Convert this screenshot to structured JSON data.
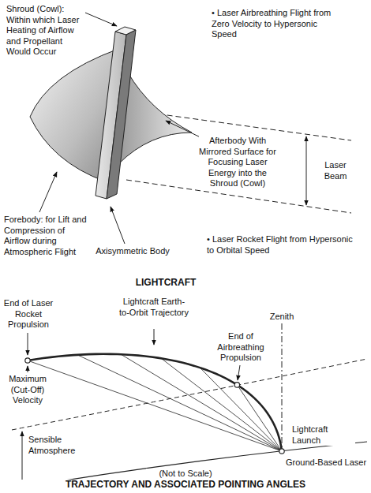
{
  "diagram": {
    "labels": [
      "Shroud (Cowl): Within which Laser Heating of Airflow and Propellant Would Occur",
      "• Laser Airbreathing Flight from Zero Velocity to Hypersonic Speed",
      "Afterbody With Mirrored Surface for Focusing Laser Energy into the Shroud (Cowl)",
      "Laser Beam",
      "Forebody: for Lift and Compression of Airflow during Atmospheric Flight",
      "Axisymmetric Body",
      "• Laser Rocket Flight from Hypersonic to Orbital Speed",
      "LIGHTCRAFT",
      "End of Laser Rocket Propulsion",
      "Lightcraft Earth-to-Orbit Trajectory",
      "Zenith",
      "End of Airbreathing Propulsion",
      "Maximum (Cut-Off) Velocity",
      "Sensible Atmosphere",
      "Lightcraft Launch",
      "Ground-Based Laser",
      "(Not to Scale)",
      "TRAJECTORY AND ASSOCIATED POINTING ANGLES"
    ]
  }
}
